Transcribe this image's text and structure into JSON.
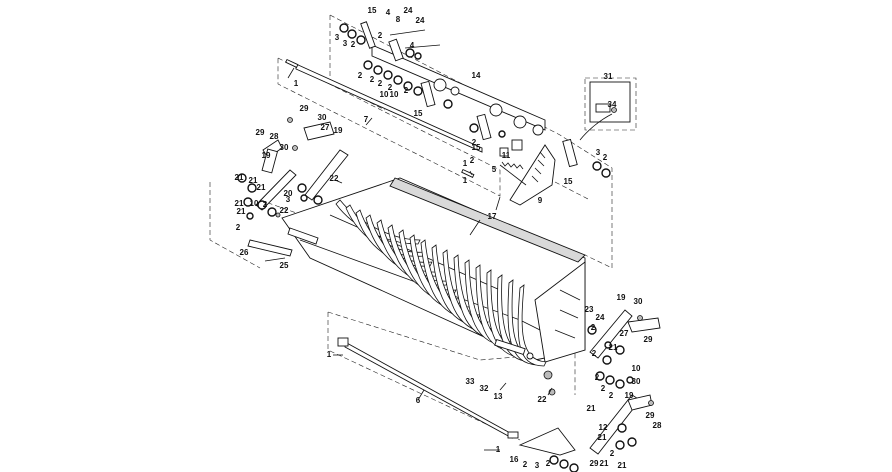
{
  "diagram": {
    "callouts": [
      "15",
      "4",
      "8",
      "24",
      "24",
      "3",
      "3",
      "2",
      "2",
      "4",
      "2",
      "2",
      "2",
      "2",
      "10",
      "10",
      "14",
      "1",
      "2",
      "15",
      "7",
      "1",
      "15",
      "2",
      "2",
      "11",
      "5",
      "1",
      "9",
      "31",
      "34",
      "3",
      "2",
      "15",
      "29",
      "30",
      "27",
      "19",
      "29",
      "28",
      "30",
      "19",
      "22",
      "21",
      "21",
      "21",
      "21",
      "10",
      "20",
      "2",
      "3",
      "22",
      "2",
      "21",
      "26",
      "25",
      "17",
      "23",
      "24",
      "19",
      "30",
      "2",
      "27",
      "29",
      "21",
      "2",
      "2",
      "10",
      "30",
      "2",
      "2",
      "19",
      "28",
      "29",
      "33",
      "32",
      "13",
      "1",
      "22",
      "6",
      "12",
      "21",
      "21",
      "1",
      "16",
      "2",
      "3",
      "2",
      "29",
      "21",
      "21",
      "2"
    ]
  }
}
